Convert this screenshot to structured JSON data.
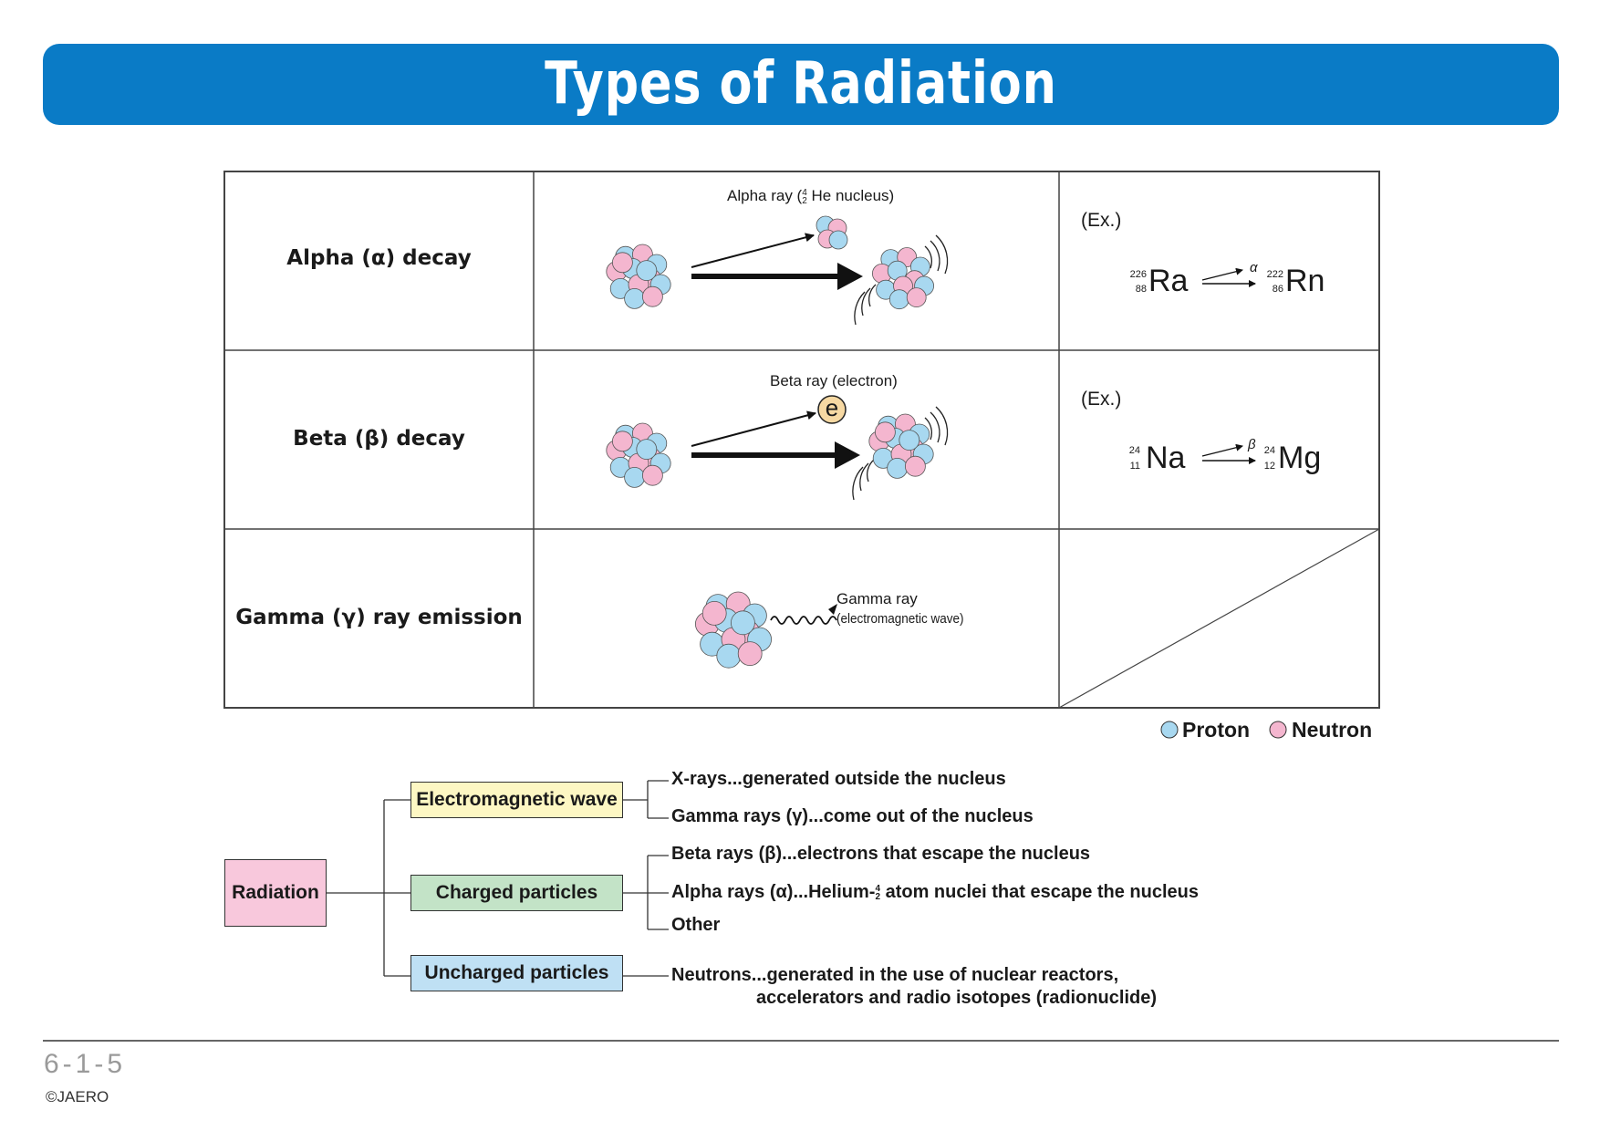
{
  "title": "Types of Radiation",
  "table": {
    "rows": [
      {
        "label": "Alpha (α) decay",
        "emitted_label": "Alpha ray (",
        "emitted_label_mass": "4",
        "emitted_label_atomic": "2",
        "emitted_label_rest": " He nucleus)",
        "example_tag": "(Ex.)",
        "parent": {
          "mass": "226",
          "atomic": "88",
          "symbol": "Ra"
        },
        "arrow_label": "α",
        "daughter": {
          "mass": "222",
          "atomic": "86",
          "symbol": "Rn"
        }
      },
      {
        "label": "Beta (β) decay",
        "emitted_label": "Beta ray (electron)",
        "electron_symbol": "e",
        "example_tag": "(Ex.)",
        "parent": {
          "mass": "24",
          "atomic": "11",
          "symbol": "Na"
        },
        "arrow_label": "β",
        "daughter": {
          "mass": "24",
          "atomic": "12",
          "symbol": "Mg"
        }
      },
      {
        "label": "Gamma (γ) ray emission",
        "emitted_label_line1": "Gamma ray",
        "emitted_label_line2": "(electromagnetic wave)"
      }
    ]
  },
  "legend": {
    "proton": "Proton",
    "neutron": "Neutron",
    "proton_color": "#a8d8f0",
    "neutron_color": "#f4b6cf"
  },
  "tree": {
    "root": "Radiation",
    "branches": [
      {
        "label": "Electromagnetic wave",
        "color": "#fdf7c3",
        "items": [
          "X-rays...generated outside the nucleus",
          "Gamma rays (γ)...come out of the nucleus"
        ]
      },
      {
        "label": "Charged particles",
        "color": "#c3e3c7",
        "items": [
          "Beta rays (β)...electrons that escape the nucleus",
          "Alpha rays (α)...Helium-",
          "Other"
        ],
        "alpha_mass": "4",
        "alpha_atomic": "2",
        "alpha_rest": " atom nuclei that escape the nucleus"
      },
      {
        "label": "Uncharged particles",
        "color": "#bfe0f4",
        "items": [
          "Neutrons...generated in the use of nuclear reactors,"
        ],
        "item_continuation": "accelerators and radio isotopes (radionuclide)"
      }
    ],
    "root_color": "#f8c8dc"
  },
  "footer": {
    "page": "6-1-5",
    "copyright": "©JAERO"
  }
}
